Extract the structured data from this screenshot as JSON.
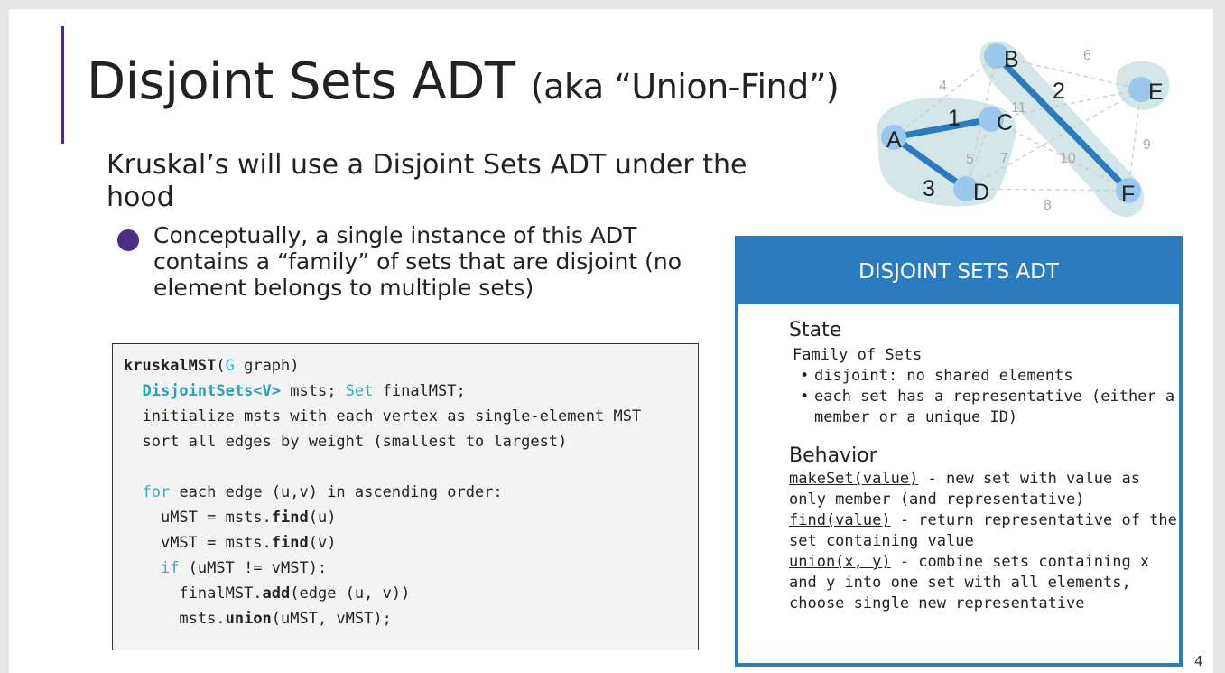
{
  "slide": {
    "title_main": "Disjoint Sets ADT",
    "title_sub": "(aka “Union-Find”)",
    "lead": "Kruskal’s will use a Disjoint Sets ADT under the hood",
    "bullet": "Conceptually, a single instance of this ADT contains a “family” of sets that are disjoint (no element belongs to multiple sets)",
    "page_number": "4"
  },
  "code": {
    "l1_fn": "kruskalMST",
    "l1_open": "(",
    "l1_type": "G",
    "l1_rest": " graph)",
    "l2_indent": "  ",
    "l2_type": "DisjointSets<V>",
    "l2_mid": " msts; ",
    "l2_set": "Set",
    "l2_rest": " finalMST;",
    "l3": "  initialize msts with each vertex as single-element MST",
    "l4": "  sort all edges by weight (smallest to largest)",
    "l6_for": "for",
    "l6_rest": " each edge (u,v) in ascending order:",
    "l7_pre": "    uMST = msts.",
    "l7_fn": "find",
    "l7_post": "(u)",
    "l8_pre": "    vMST = msts.",
    "l8_fn": "find",
    "l8_post": "(v)",
    "l9_if": "if",
    "l9_rest": " (uMST != vMST):",
    "l10_pre": "      finalMST.",
    "l10_fn": "add",
    "l10_post": "(edge (u, v))",
    "l11_pre": "      msts.",
    "l11_fn": "union",
    "l11_post": "(uMST, vMST);"
  },
  "adt": {
    "header": "DISJOINT SETS ADT",
    "state_title": "State",
    "state_family": "Family of Sets",
    "state_items": [
      "disjoint: no shared elements",
      "each set has a representative (either a member or a unique ID)"
    ],
    "behavior_title": "Behavior",
    "make_set_sig": "makeSet(value)",
    "make_set_desc": " - new set with value as only member (and representative)",
    "find_sig": "find(value)",
    "find_desc": " - return representative of the set containing value",
    "union_sig": "union(x, y)",
    "union_desc": " - combine sets containing x and y into one set with all elements, choose single new representative"
  },
  "graph": {
    "vertices": [
      "A",
      "B",
      "C",
      "D",
      "E",
      "F"
    ],
    "mst_weights": [
      "1",
      "2",
      "3"
    ],
    "other_weights": [
      "4",
      "5",
      "6",
      "7",
      "8",
      "9",
      "10",
      "11"
    ],
    "colors": {
      "vertex": "#9cc7ec",
      "mst_edge": "#2b7bc0",
      "blob": "#d3e6e8",
      "thin_edge": "#cccccc"
    }
  }
}
